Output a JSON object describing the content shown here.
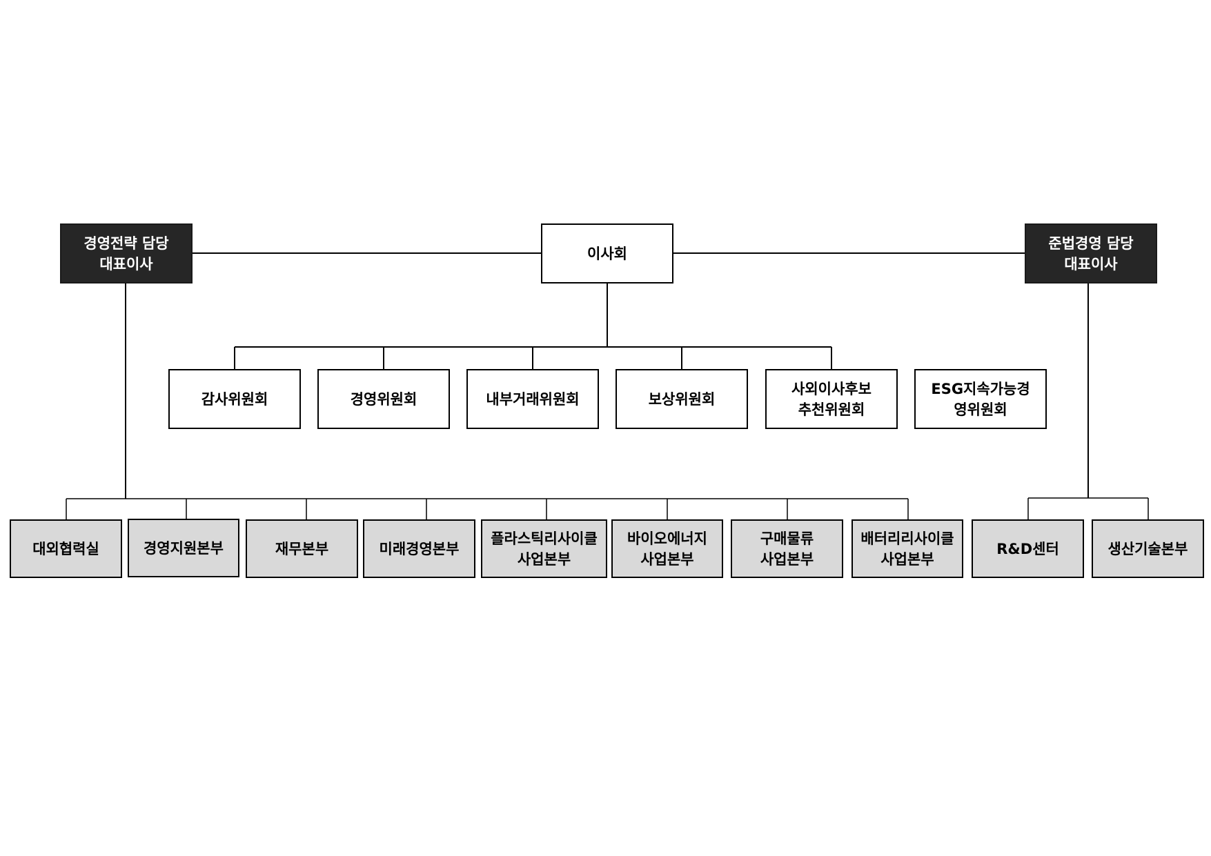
{
  "colors": {
    "executive_fill": "#262626",
    "executive_text": "#ffffff",
    "board_fill": "#ffffff",
    "committee_fill": "#ffffff",
    "division_fill": "#d9d9d9",
    "line": "#000000"
  },
  "top": {
    "left_ceo": "경영전략 담당\n대표이사",
    "board": "이사회",
    "right_ceo": "준법경영 담당\n대표이사"
  },
  "committees": [
    "감사위원회",
    "경영위원회",
    "내부거래위원회",
    "보상위원회",
    "사외이사후보\n추천위원회",
    "ESG지속가능경\n영위원회"
  ],
  "divisions_left": [
    "대외협력실",
    "경영지원본부",
    "재무본부",
    "미래경영본부",
    "플라스틱리사이클\n사업본부",
    "바이오에너지\n사업본부",
    "구매물류\n사업본부",
    "배터리리사이클\n사업본부"
  ],
  "divisions_right": [
    "R&D센터",
    "생산기술본부"
  ]
}
